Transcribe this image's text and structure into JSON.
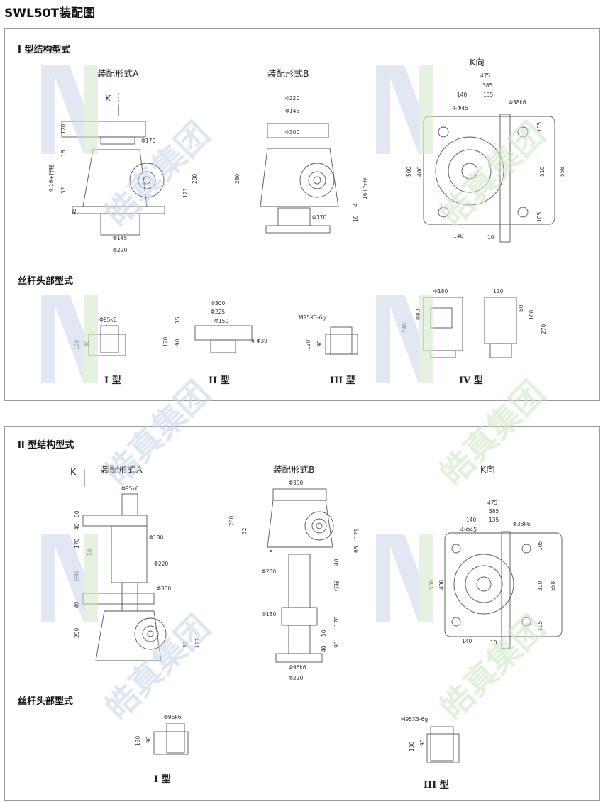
{
  "page_title": "SWL50T装配图",
  "watermark_text": "皓真集团",
  "colors": {
    "watermark_blue": "#c9d6ea",
    "watermark_green": "#cfe8c6",
    "line": "#555555"
  },
  "panel1": {
    "heading": "I 型结构型式",
    "assembly_a": "装配形式A",
    "assembly_b": "装配形式B",
    "k_view": "K向",
    "k_mark": "K",
    "dims_a": [
      "120",
      "16",
      "4",
      "16+行程",
      "32",
      "45",
      "280",
      "121",
      "Φ170",
      "Φ145",
      "Φ220"
    ],
    "dims_b": [
      "Φ220",
      "Φ145",
      "Φ300",
      "280",
      "4",
      "16+行程",
      "16",
      "Φ170"
    ],
    "dims_k": [
      "475",
      "385",
      "140",
      "135",
      "4-Φ45",
      "Φ38k6",
      "500",
      "406",
      "105",
      "310",
      "558",
      "105",
      "140",
      "10"
    ],
    "screw_heading": "丝杆头部型式",
    "types": [
      "I 型",
      "II 型",
      "III 型",
      "IV 型"
    ],
    "dims_t1": [
      "Φ95k6",
      "120",
      "90"
    ],
    "dims_t2": [
      "Φ300",
      "Φ225",
      "Φ150",
      "35",
      "120",
      "90",
      "4-Φ39"
    ],
    "dims_t3": [
      "M95X3-6g",
      "120",
      "90"
    ],
    "dims_t4": [
      "Φ180",
      "Φ80",
      "240",
      "120",
      "80",
      "160",
      "270"
    ]
  },
  "panel2": {
    "heading": "II 型结构型式",
    "assembly_a": "装配形式A",
    "assembly_b": "装配形式B",
    "k_view": "K向",
    "k_mark": "K",
    "dims_a": [
      "Φ95k6",
      "90",
      "40",
      "170",
      "50",
      "行程",
      "40",
      "290",
      "Φ180",
      "Φ220",
      "Φ300",
      "32",
      "121"
    ],
    "dims_b": [
      "Φ300",
      "280",
      "32",
      "5",
      "Φ200",
      "121",
      "65",
      "40",
      "行程",
      "170",
      "Φ180",
      "50",
      "90",
      "40",
      "Φ95k6",
      "Φ220"
    ],
    "dims_k": [
      "475",
      "385",
      "140",
      "135",
      "4-Φ45",
      "Φ38k6",
      "500",
      "406",
      "105",
      "310",
      "558",
      "105",
      "140",
      "10"
    ],
    "screw_heading": "丝杆头部型式",
    "types": [
      "I 型",
      "III 型"
    ],
    "dims_t1": [
      "Φ95k6",
      "130",
      "90"
    ],
    "dims_t3": [
      "M95X3-6g",
      "130",
      "90"
    ]
  }
}
